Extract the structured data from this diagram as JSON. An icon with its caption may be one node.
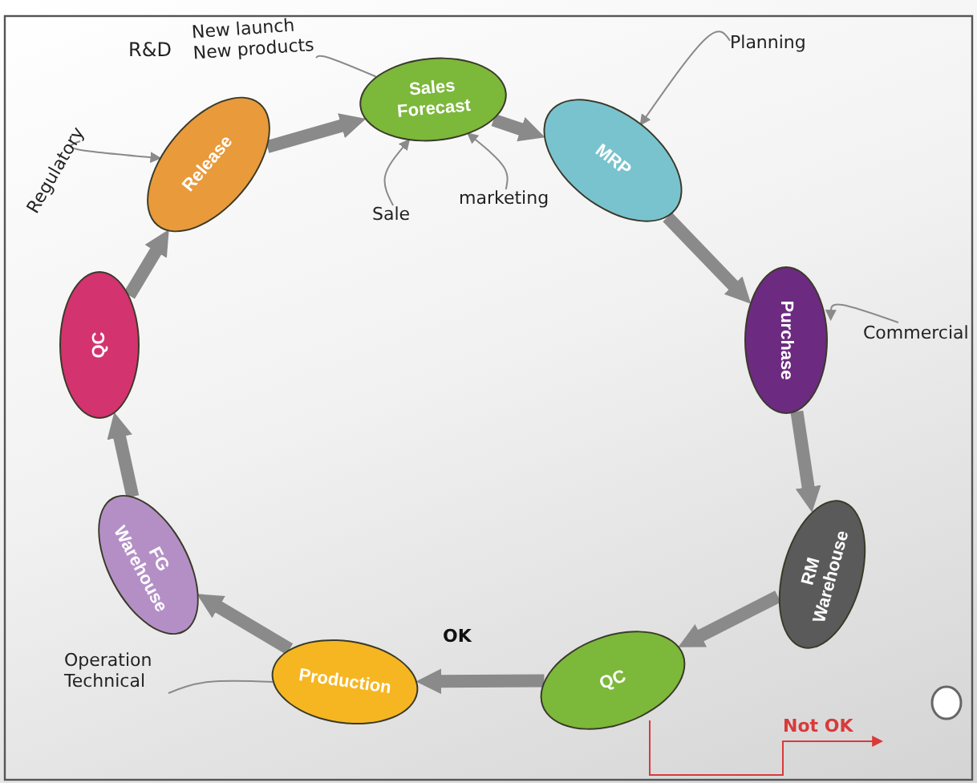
{
  "diagram": {
    "nodes": [
      {
        "text": [
          "Sales Forecast"
        ]
      },
      {
        "text": [
          "MRP"
        ]
      },
      {
        "text": [
          "Purchase"
        ]
      },
      {
        "text": [
          "RM Warehouse"
        ]
      },
      {
        "text": [
          "QC"
        ]
      },
      {
        "text": [
          "Production"
        ]
      },
      {
        "text": [
          "FG Warehouse"
        ]
      },
      {
        "text": [
          "QC"
        ]
      },
      {
        "text": [
          "Release"
        ]
      },
      {
        "text": [
          "New launch New products"
        ]
      },
      {
        "text": [
          "Sale"
        ]
      },
      {
        "text": [
          "marketing"
        ]
      },
      {
        "text": [
          "Planning"
        ]
      },
      {
        "text": [
          "Commercial"
        ]
      },
      {
        "text": [
          "Regulatory"
        ]
      },
      {
        "text": [
          "Operation Technical"
        ]
      }
    ],
    "edges": [
      {
        "from": 8,
        "to": 0,
        "arrow": "to"
      },
      {
        "from": 0,
        "to": 1,
        "arrow": "to"
      },
      {
        "from": 1,
        "to": 2,
        "arrow": "to"
      },
      {
        "from": 2,
        "to": 3,
        "arrow": "to"
      },
      {
        "from": 3,
        "to": 4,
        "arrow": "to"
      },
      {
        "from": 4,
        "to": 5,
        "arrow": "to",
        "label": "OK"
      },
      {
        "from": 5,
        "to": 6,
        "arrow": "to"
      },
      {
        "from": 6,
        "to": 7,
        "arrow": "to"
      },
      {
        "from": 7,
        "to": 8,
        "arrow": "to"
      },
      {
        "from": 9,
        "to": 0,
        "arrow": "none"
      },
      {
        "from": 10,
        "to": 0,
        "arrow": "to"
      },
      {
        "from": 11,
        "to": 0,
        "arrow": "to"
      },
      {
        "from": 12,
        "to": 1,
        "arrow": "to"
      },
      {
        "from": 13,
        "to": 2,
        "arrow": "to"
      },
      {
        "from": 14,
        "to": 8,
        "arrow": "to"
      },
      {
        "from": 15,
        "to": 5,
        "arrow": "none"
      },
      {
        "from": 4,
        "to": null,
        "arrow": "to",
        "label": "Not OK",
        "color": "#d93a3a"
      }
    ],
    "labels": [
      "R&D"
    ]
  }
}
